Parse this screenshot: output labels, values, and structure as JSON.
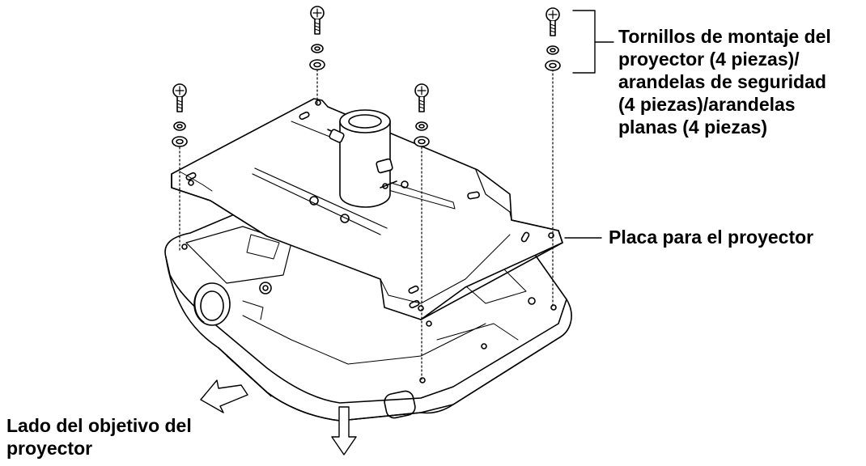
{
  "labels": {
    "screws": [
      "Tornillos de montaje del",
      "proyector (4 piezas)/",
      "arandelas de seguridad",
      "(4 piezas)/arandelas",
      "planas (4 piezas)"
    ],
    "plate": "Placa para el proyector",
    "lens": [
      "Lado del objetivo del",
      "proyector"
    ]
  },
  "colors": {
    "ink": "#000000",
    "background": "#ffffff"
  }
}
